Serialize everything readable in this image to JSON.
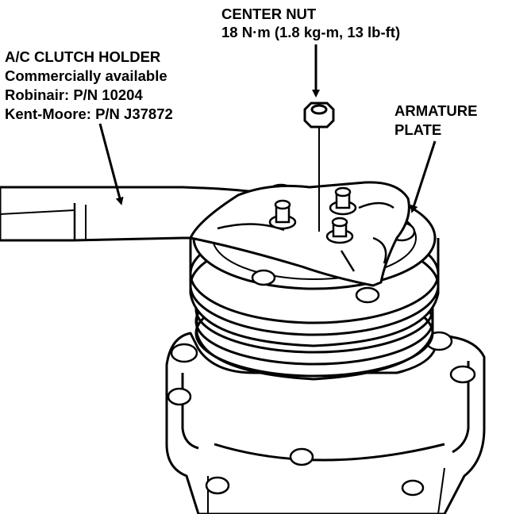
{
  "center_nut": {
    "title": "CENTER NUT",
    "torque": "18 N·m (1.8 kg-m, 13 lb-ft)"
  },
  "clutch_holder": {
    "title": "A/C CLUTCH HOLDER",
    "availability": "Commercially available",
    "robinair": "Robinair: P/N 10204",
    "kent_moore": "Kent-Moore: P/N J37872"
  },
  "armature_plate": {
    "line1": "ARMATURE",
    "line2": "PLATE"
  }
}
